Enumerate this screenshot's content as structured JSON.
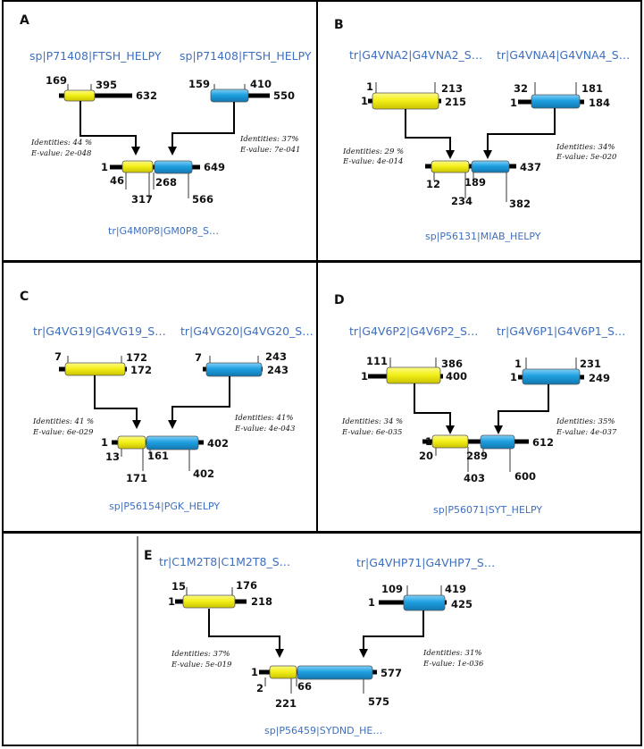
{
  "panels": [
    {
      "letter": "A",
      "top": {
        "left": {
          "name": "sp|P71408|FTSH_HELPY",
          "start": "169",
          "end": "395",
          "length": "632",
          "color": "yellow"
        },
        "right": {
          "name": "sp|P71408|FTSH_HELPY",
          "start": "159",
          "end": "410",
          "length": "550",
          "color": "blue"
        }
      },
      "stats_left": {
        "identities": "Identities:  44 %",
        "evalue": "E-value:  2e-048"
      },
      "stats_right": {
        "identities": "Identities:  37%",
        "evalue": "E-value:  7e-041"
      },
      "fusion": {
        "name": "tr|G4M0P8|GM0P8_S…",
        "start": "1",
        "end": "649",
        "b1": "46",
        "b2": "268",
        "b3": "317",
        "b4": "566"
      }
    },
    {
      "letter": "B",
      "top": {
        "left": {
          "name": "tr|G4VNA2|G4VNA2_S…",
          "start": "1",
          "end": "213",
          "length": "215",
          "pre": "1",
          "color": "yellow"
        },
        "right": {
          "name": "tr|G4VNA4|G4VNA4_S…",
          "start": "32",
          "end": "181",
          "length": "184",
          "pre": "1",
          "color": "blue"
        }
      },
      "stats_left": {
        "identities": "Identities:  29 %",
        "evalue": "E-value:  4e-014"
      },
      "stats_right": {
        "identities": "Identities:  34%",
        "evalue": "E-value:  5e-020"
      },
      "fusion": {
        "name": "sp|P56131|MIAB_HELPY",
        "start": "",
        "end": "437",
        "b1": "12",
        "b2": "189",
        "b3": "234",
        "b4": "382"
      }
    },
    {
      "letter": "C",
      "top": {
        "left": {
          "name": "tr|G4VG19|G4VG19_S…",
          "start": "7",
          "end": "172",
          "length": "172",
          "color": "yellow"
        },
        "right": {
          "name": "tr|G4VG20|G4VG20_S…",
          "start": "7",
          "end": "243",
          "length": "243",
          "color": "blue"
        }
      },
      "stats_left": {
        "identities": "Identities:  41 %",
        "evalue": "E-value:  6e-029"
      },
      "stats_right": {
        "identities": "Identities:  41%",
        "evalue": "E-value:  4e-043"
      },
      "fusion": {
        "name": "sp|P56154|PGK_HELPY",
        "start": "1",
        "end": "402",
        "b1": "13",
        "b2": "161",
        "b3": "171",
        "b4": "402"
      }
    },
    {
      "letter": "D",
      "top": {
        "left": {
          "name": "tr|G4V6P2|G4V6P2_S…",
          "start": "111",
          "end": "386",
          "length": "400",
          "pre": "1",
          "color": "yellow"
        },
        "right": {
          "name": "tr|G4V6P1|G4V6P1_S…",
          "start": "1",
          "end": "231",
          "length": "249",
          "pre": "1",
          "color": "blue"
        }
      },
      "stats_left": {
        "identities": "Identities:  34 %",
        "evalue": "E-value:  6e-035"
      },
      "stats_right": {
        "identities": "Identities:  35%",
        "evalue": "E-value:  4e-037"
      },
      "fusion": {
        "name": "sp|P56071|SYT_HELPY",
        "start": "1",
        "end": "612",
        "b1": "20",
        "b2": "289",
        "b3": "403",
        "b4": "600"
      }
    },
    {
      "letter": "E",
      "top": {
        "left": {
          "name": "tr|C1M2T8|C1M2T8_S…",
          "start": "15",
          "end": "176",
          "length": "218",
          "pre": "1",
          "color": "yellow"
        },
        "right": {
          "name": "tr|G4VHP71|G4VHP7_S…",
          "start": "109",
          "end": "419",
          "length": "425",
          "pre": "1",
          "color": "blue"
        }
      },
      "stats_left": {
        "identities": "Identities:  37%",
        "evalue": "E-value:  5e-019"
      },
      "stats_right": {
        "identities": "Identities:  31%",
        "evalue": "E-value:  1e-036"
      },
      "fusion": {
        "name": "sp|P56459|SYDND_HE…",
        "start": "1",
        "end": "577",
        "b1": "2",
        "b2": "66",
        "b3": "221",
        "b4": "575"
      }
    }
  ],
  "colors": {
    "yellow": "#f4f01a",
    "blue": "#1e9fe0",
    "line": "#000000",
    "tick": "#9a9a9a",
    "label": "#3d6fc0"
  }
}
